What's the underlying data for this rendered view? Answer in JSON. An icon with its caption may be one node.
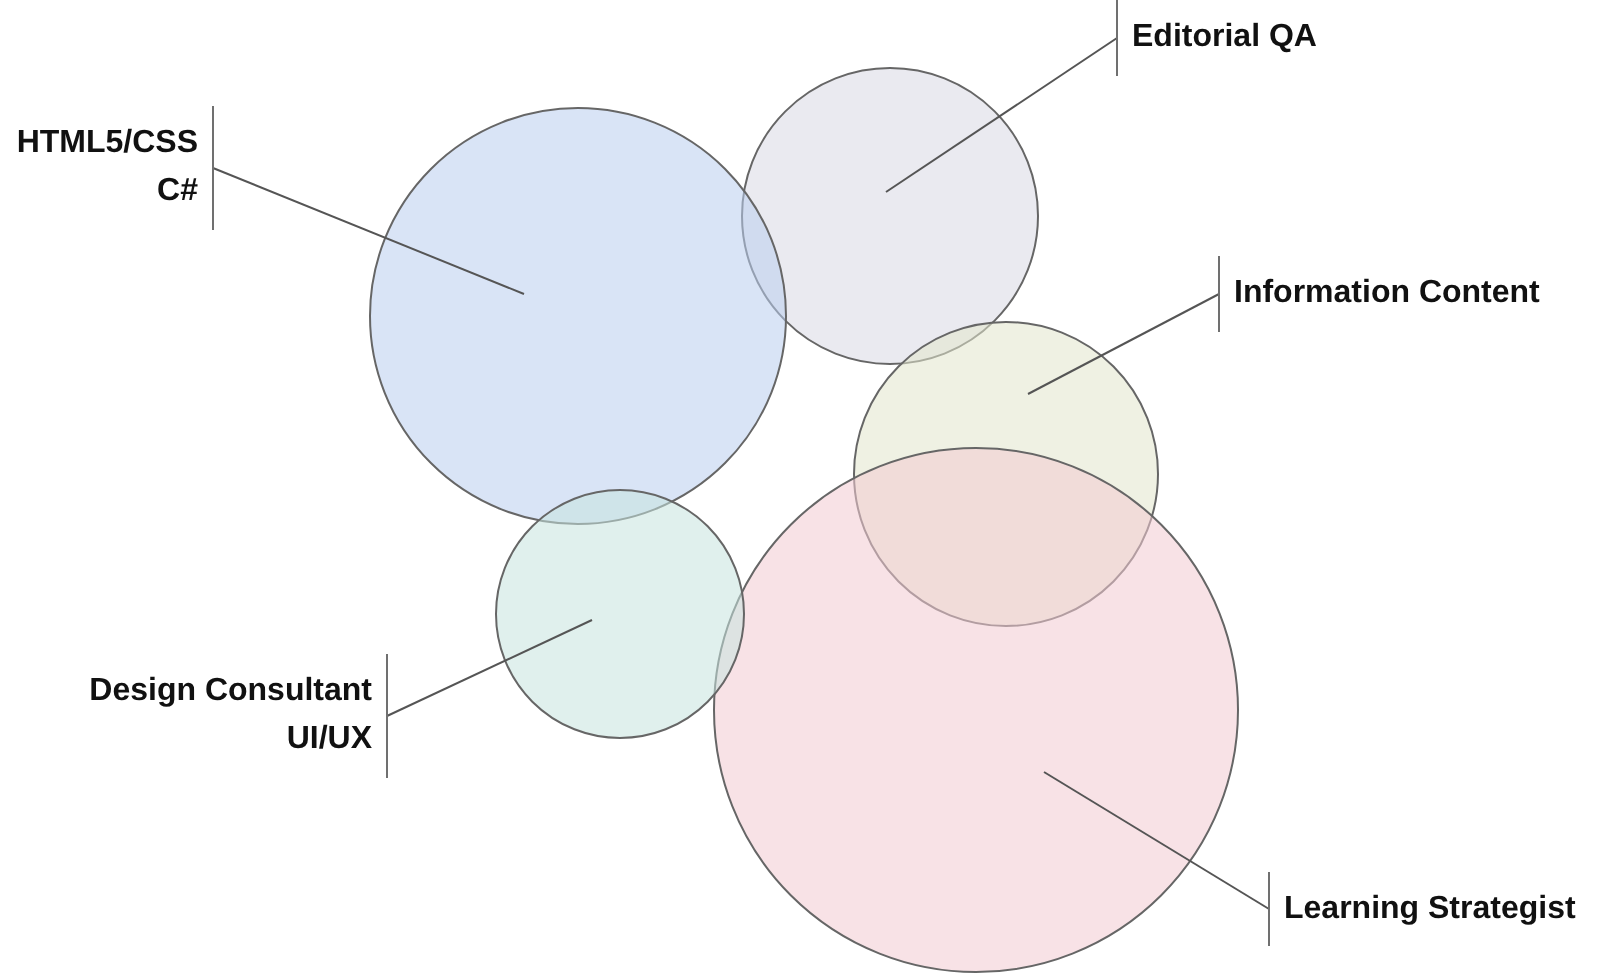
{
  "diagram": {
    "nodes": [
      {
        "text": [
          "Editorial QA"
        ]
      },
      {
        "text": [
          "HTML5/CSS",
          "C#"
        ]
      },
      {
        "text": [
          "Information Content"
        ]
      },
      {
        "text": [
          "Design Consultant",
          "UI/UX"
        ]
      },
      {
        "text": [
          "Learning Strategist"
        ]
      },
      {
        "text": [],
        "shape": "circle"
      },
      {
        "text": [],
        "shape": "circle"
      },
      {
        "text": [],
        "shape": "circle"
      },
      {
        "text": [],
        "shape": "circle"
      },
      {
        "text": [],
        "shape": "circle"
      }
    ],
    "edges": [
      {
        "from": 0,
        "to": 5,
        "arrow": "none"
      },
      {
        "from": 1,
        "to": 6,
        "arrow": "none"
      },
      {
        "from": 2,
        "to": 7,
        "arrow": "none"
      },
      {
        "from": 3,
        "to": 9,
        "arrow": "none"
      },
      {
        "from": 4,
        "to": 8,
        "arrow": "none"
      }
    ]
  }
}
